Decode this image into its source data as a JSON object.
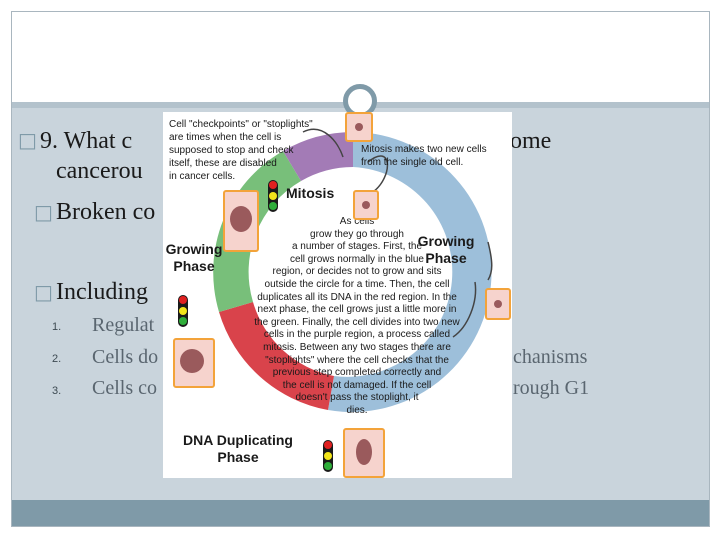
{
  "slide": {
    "question": "9. What c",
    "question_end": "ome",
    "question_line2": "cancerou",
    "broken": "Broken co",
    "including": "Including",
    "list": [
      {
        "num": "1.",
        "left": "Regulat",
        "right": ""
      },
      {
        "num": "2.",
        "left": "Cells do",
        "right": "chanisms"
      },
      {
        "num": "3.",
        "left": "Cells co",
        "right": "rough G1"
      }
    ]
  },
  "figure": {
    "callout": [
      "Cell \"checkpoints\" or \"stoplights\"",
      "are times when the cell is",
      "supposed to stop and check",
      "itself, these are disabled",
      "in cancer cells."
    ],
    "mitosis_note": [
      "Mitosis makes two new cells",
      "from the single old cell."
    ],
    "labels": {
      "mitosis": "Mitosis",
      "growing_left": [
        "Growing",
        "Phase"
      ],
      "growing_right": [
        "Growing",
        "Phase"
      ],
      "dna": [
        "DNA Duplicating",
        "Phase"
      ]
    },
    "center": [
      "As cells",
      "grow they go through",
      "a number of stages. First, the",
      "cell grows normally in the blue",
      "region, or decides not to grow and sits",
      "outside the circle for a time. Then, the cell",
      "duplicates all its DNA in the red region. In the",
      "next phase, the cell grows just a little more in",
      "the green. Finally, the cell divides into two new",
      "cells in the purple region, a process called",
      "mitosis. Between any two stages there are",
      "\"stoplights\" where the cell checks that the",
      "previous step completed correctly and",
      "the cell is not damaged. If the cell",
      "doesn't pass the stoplight, it",
      "dies."
    ],
    "colors": {
      "blue": "#9dbfda",
      "red": "#d9434b",
      "green": "#78bf7a",
      "purple": "#a37bb6",
      "cell_border": "#f3a33a"
    }
  }
}
